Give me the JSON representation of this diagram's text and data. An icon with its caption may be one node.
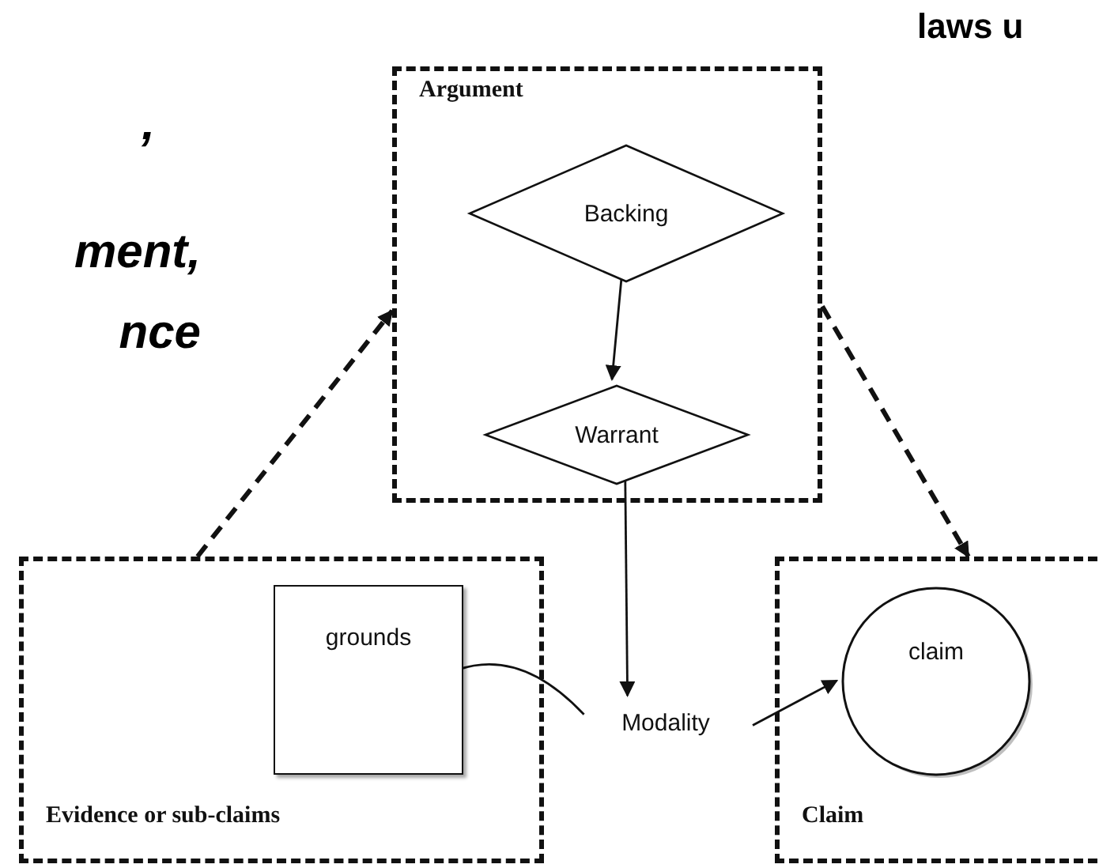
{
  "diagram": {
    "nodes": [
      {
        "text": [
          "Argument"
        ]
      },
      {
        "text": [
          "Backing"
        ],
        "in": 0
      },
      {
        "text": [
          "Warrant"
        ],
        "in": 0
      },
      {
        "text": [
          "Evidence or sub-claims"
        ]
      },
      {
        "text": [
          "grounds"
        ],
        "in": 3
      },
      {
        "text": [
          "Modality"
        ]
      },
      {
        "text": [
          "Claim"
        ]
      },
      {
        "text": [
          "claim"
        ],
        "in": 6
      }
    ],
    "edges": [
      {
        "from": 1,
        "to": 2,
        "arrow": "to"
      },
      {
        "from": 2,
        "to": 5,
        "arrow": "to"
      },
      {
        "from": 4,
        "to": 5,
        "arrow": "none"
      },
      {
        "from": 5,
        "to": 7,
        "arrow": "to"
      },
      {
        "from": 3,
        "to": 0,
        "arrow": "to",
        "style": "dashed"
      },
      {
        "from": 0,
        "to": 6,
        "arrow": "to",
        "style": "dashed"
      }
    ],
    "labels": [
      "laws u",
      ",",
      "ment,",
      "nce"
    ]
  }
}
